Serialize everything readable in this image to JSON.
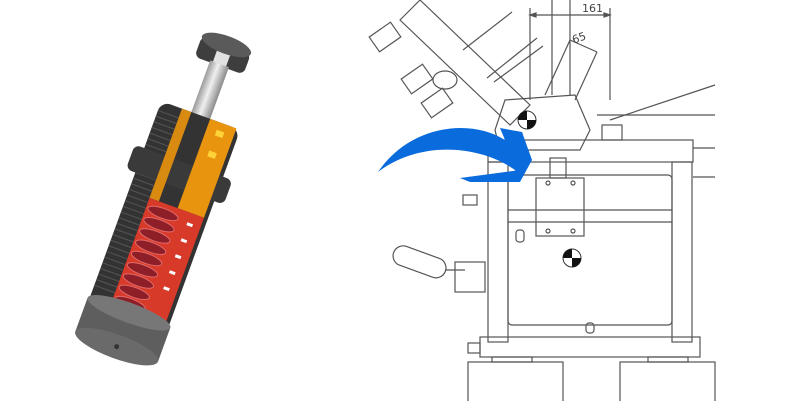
{
  "figure": {
    "left_panel": {
      "subject": "shock-absorber-cutaway",
      "colors": {
        "body": "#3a3a3a",
        "thread": "#2b2b2b",
        "rod": "#c8c8c8",
        "inner_orange": "#e8940f",
        "spring_red": "#b3232a",
        "chamber_red": "#d83a2a",
        "end_cap": "#6a6a6a",
        "clevis": "#4a4a4a"
      }
    },
    "right_panel": {
      "subject": "machine-technical-drawing",
      "dimensions": {
        "width_label": "161",
        "angle_label": "65"
      },
      "arrow": {
        "color": "#0a6bdc",
        "direction": "right-down"
      },
      "line_color": "#555555"
    }
  }
}
